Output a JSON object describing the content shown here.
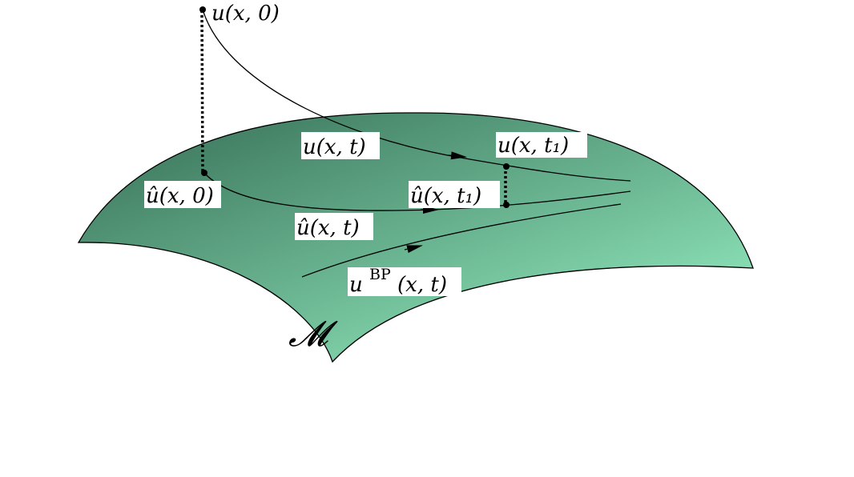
{
  "colors": {
    "manifold_dark": "#3f7a60",
    "manifold_light": "#93ecc0",
    "stroke": "#000000",
    "label_bg": "#ffffff"
  },
  "labels": {
    "u_x_0": "u(x, 0)",
    "u_x_t": "u(x, t)",
    "u_x_t1": "u(x, t₁)",
    "uhat_x_0": "û(x, 0)",
    "uhat_x_t1": "û(x, t₁)",
    "uhat_x_t": "û(x, t)",
    "u_bp_base": "u",
    "u_bp_sup": "BP",
    "u_bp_args": "(x, t)",
    "manifold": "𝓜"
  }
}
